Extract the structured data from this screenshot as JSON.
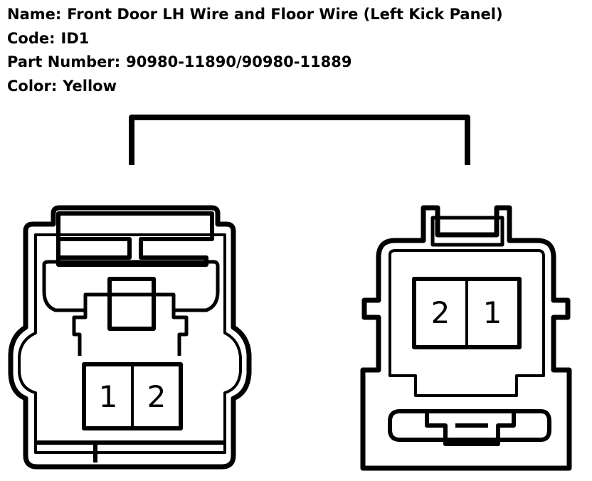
{
  "connector": {
    "name_label": "Name:",
    "name": "Front Door LH Wire and Floor Wire (Left Kick Panel)",
    "code_label": "Code:",
    "code": "ID1",
    "part_label": "Part Number:",
    "part_number": "90980-11890/90980-11889",
    "color_label": "Color:",
    "color": "Yellow"
  },
  "left_connector": {
    "pins": [
      "1",
      "2"
    ]
  },
  "right_connector": {
    "pins": [
      "2",
      "1"
    ]
  }
}
